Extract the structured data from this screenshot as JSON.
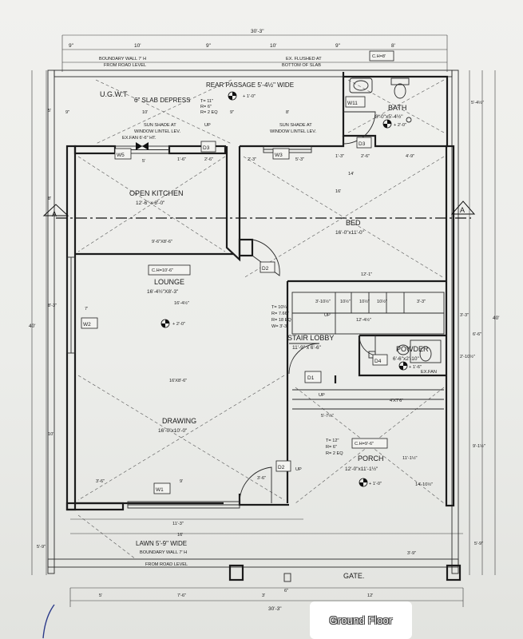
{
  "caption": "Ground Floor",
  "rooms": {
    "rear_passage": "REAR PASSAGE 5'-4½\" WIDE",
    "ugwt": "U.G.W.T",
    "slab_depress": "6\" SLAB DEPRESS",
    "open_kitchen": "OPEN KITCHEN",
    "open_kitchen_size": "12'-6\" x 8'-0\"",
    "bed": "BED",
    "bed_size": "16'-0\"x11'-0\"",
    "lounge": "LOUNGE",
    "lounge_size": "16'-4½\"X8'-3\"",
    "stair_lobby": "STAIR LOBBY",
    "stair_lobby_size": "11'-9\" x 6'-6\"",
    "powder": "POWDER",
    "powder_size": "6'-6\"x2'-10\"",
    "drawing": "DRAWING",
    "drawing_size": "16'-0\"x10'-0\"",
    "porch": "PORCH",
    "porch_size": "12'-0\"x11'-1½\"",
    "bath": "BATH",
    "bath_size": "8'-0\"x5'-4½\"",
    "lawn": "LAWN 5'-9\" WIDE",
    "gate": "GATE."
  },
  "notes": {
    "boundary_top_1": "BOUNDARY WALL 7' H",
    "boundary_top_2": "FROM ROAD LEVEL",
    "boundary_bottom_1": "BOUNDARY WALL 7' H",
    "boundary_bottom_2": "FROM ROAD LEVEL",
    "ex_flushed_1": "EX. FLUSHED AT",
    "ex_flushed_2": "BOTTOM OF SLAB",
    "sunshade_left_1": "SUN SHADE AT",
    "sunshade_left_2": "WINDOW LINTEL LEV.",
    "sunshade_right_1": "SUN SHADE AT",
    "sunshade_right_2": "WINDOW LINTEL LEV.",
    "ex_fan": "EX.FAN 6'-6\" HT.",
    "ex_fan_powder": "EX.FAN",
    "ch_bath": "C.H=8'",
    "ch_lounge": "C.H=10'-6\"",
    "ch_porch": "C.H=9'-6\"",
    "stair_top": [
      "T= 11\"",
      "R= 6\"",
      "R= 2 EQ"
    ],
    "stair_mid": [
      "T= 10¼\"",
      "R= 7.66\"",
      "R= 18 EQ",
      "W= 3'-3\""
    ],
    "stair_porch": [
      "T= 12\"",
      "R= 6\"",
      "R= 2 EQ"
    ],
    "up": "UP",
    "levels": {
      "top": "+ 1'-0\"",
      "bath": "+ 2'-0\"",
      "lounge": "+ 2'-0\"",
      "powder": "+ 1'-6\"",
      "porch": "+ 1'-0\""
    },
    "section_mark": "A"
  },
  "tags": {
    "d1": "D1",
    "d2": "D2",
    "d2b": "D2",
    "d3": "D3",
    "d3b": "D3",
    "d4": "D4",
    "w1": "W1",
    "w2": "W2",
    "w3": "W3",
    "w5": "W5",
    "w11": "W11"
  },
  "dims": {
    "overall_top": "30'-3\"",
    "overall_bottom": "30'-3\"",
    "top_a": "9\"",
    "top_b": "10'",
    "top_c": "9\"",
    "top_d": "10'",
    "top_e": "9\"",
    "top_f": "8'",
    "mid_a": "9\"",
    "mid_b": "10'",
    "mid_c": "9\"",
    "mid_d": "8'",
    "kitchen_a": "5'",
    "kitchen_b": "1'-6\"",
    "kitchen_c": "2'-6\"",
    "kitchen_d": "2'-3\"",
    "kitchen_e": "5'-3\"",
    "kitchen_f": "1'-3\"",
    "kitchen_g": "2'-6\"",
    "kitchen_h": "4'-9\"",
    "bed_14": "14'",
    "bed_16": "16'",
    "bed_12": "12'-1\"",
    "lounge_w": "9'-6\"X8'-6\"",
    "lounge_16": "16'-4½\"",
    "drawing_w": "16'X8'-6\"",
    "bottom_a": "3'-6\"",
    "bottom_b": "9'",
    "bottom_c": "3'-6\"",
    "bottom_d": "11'-3\"",
    "bottom_e": "16'",
    "base_a": "5'",
    "base_b": "7'-6\"",
    "base_c": "3'",
    "base_d": "6\"",
    "base_e": "12'",
    "left_40": "40'",
    "right_40": "40'",
    "left_a": "5'",
    "left_b": "8'",
    "left_c": "8'-3\"",
    "left_d": "7'",
    "left_e": "10'",
    "left_f": "5'-9\"",
    "porch_a": "4'X7'6\"",
    "porch_b": "5'-7½\"",
    "porch_c": "11'-1½\"",
    "porch_d": "14'-10½\"",
    "porch_e": "3'-9\"",
    "stair_a": "3'-10½\"",
    "stair_b": "10½\"",
    "stair_c": "10½\"",
    "stair_d": "10½\"",
    "stair_e": "3'-3\"",
    "stair_f": "12'-4½\"",
    "right_a": "5'-4½\"",
    "right_b": "3'-3\"",
    "right_c": "6'-6\"",
    "right_d": "2'-10½\"",
    "right_e": "9'-1½\"",
    "right_f": "5'-9\""
  }
}
